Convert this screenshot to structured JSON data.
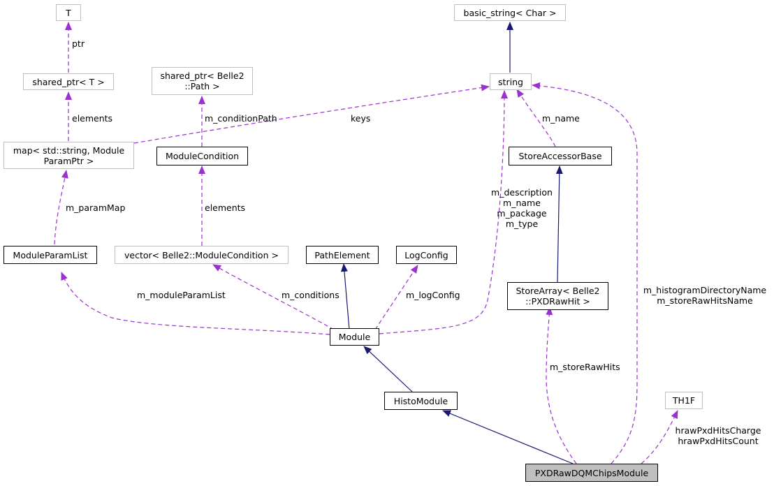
{
  "nodes": {
    "t": "T",
    "shared_ptr_t": "shared_ptr< T >",
    "map_params": "map< std::string, Module\nParamPtr >",
    "module_param_list": "ModuleParamList",
    "shared_ptr_path": "shared_ptr< Belle2\n::Path >",
    "module_condition": "ModuleCondition",
    "vector_condition": "vector< Belle2::ModuleCondition >",
    "path_element": "PathElement",
    "log_config": "LogConfig",
    "basic_string": "basic_string< Char >",
    "string": "string",
    "store_accessor_base": "StoreAccessorBase",
    "store_array": "StoreArray< Belle2\n::PXDRawHit >",
    "module": "Module",
    "histo_module": "HistoModule",
    "th1f": "TH1F",
    "pxd_module": "PXDRawDQMChipsModule"
  },
  "labels": {
    "ptr": "ptr",
    "elements_1": "elements",
    "m_condition_path": "m_conditionPath",
    "keys": "keys",
    "m_name_1": "m_name",
    "m_param_map": "m_paramMap",
    "elements_2": "elements",
    "m_description_group": "m_description\nm_name\nm_package\nm_type",
    "m_module_param_list": "m_moduleParamList",
    "m_conditions": "m_conditions",
    "m_log_config": "m_logConfig",
    "m_histogram_group": "m_histogramDirectoryName\nm_storeRawHitsName",
    "m_store_raw_hits": "m_storeRawHits",
    "hraw_group": "hrawPxdHitsCharge\nhrawPxdHitsCount"
  },
  "colors": {
    "inheritance": "#191970",
    "usage": "#9a32cd",
    "external_border": "#bfbfbf",
    "current_fill": "#bfbfbf"
  }
}
